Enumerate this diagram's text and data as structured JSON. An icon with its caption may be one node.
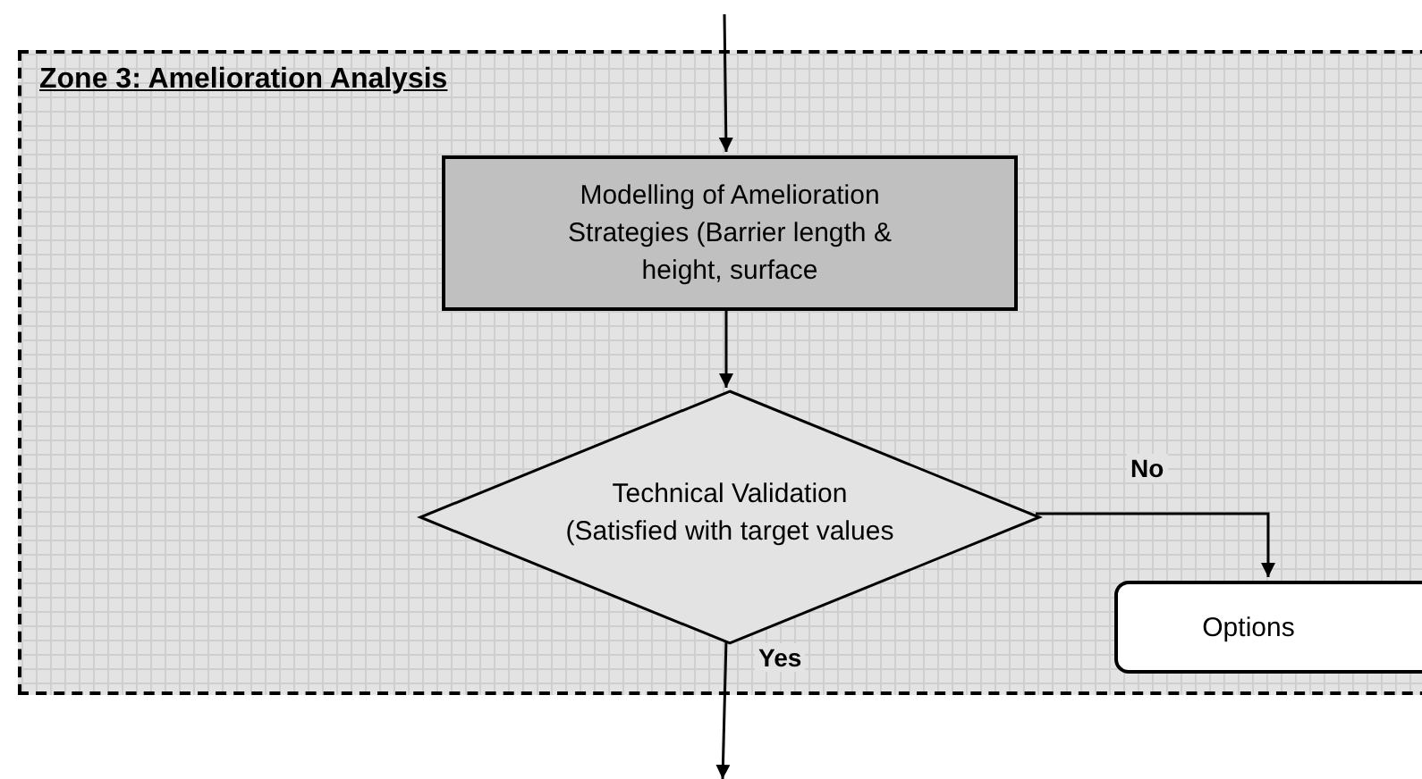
{
  "diagram": {
    "nodes": [
      {
        "text": [
          "Zone 3: Amelioration Analysis"
        ]
      },
      {
        "text": [
          "Modelling of Amelioration Strategies (Barrier length & height, surface"
        ],
        "in": 0
      },
      {
        "text": [
          "Technical Validation (Satisfied with target values"
        ],
        "in": 0
      },
      {
        "text": [
          "Options"
        ],
        "in": 0
      }
    ],
    "edges": [
      {
        "from": null,
        "to": 1,
        "arrow": "to"
      },
      {
        "from": 1,
        "to": 2,
        "arrow": "to"
      },
      {
        "from": 2,
        "to": 3,
        "arrow": "to",
        "label": "No"
      },
      {
        "from": 2,
        "to": null,
        "arrow": "to",
        "label": "Yes"
      }
    ]
  }
}
